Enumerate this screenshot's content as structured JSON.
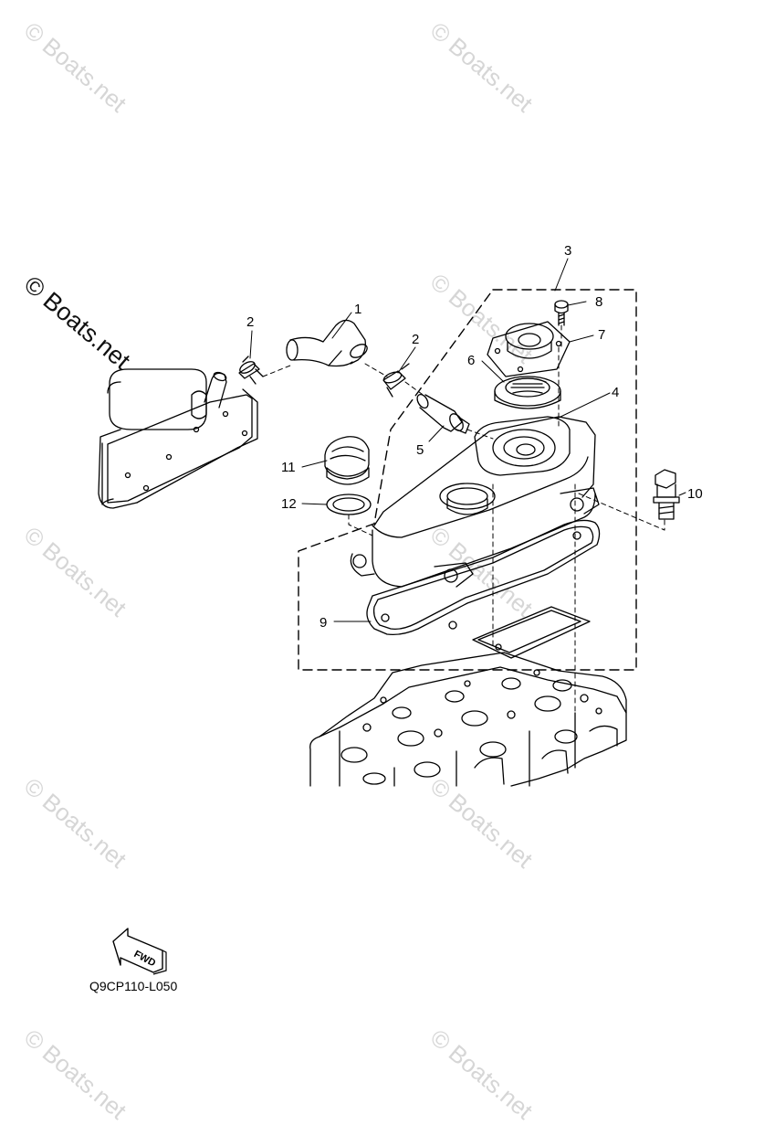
{
  "watermark": "© Boats.net",
  "diagram_code": "Q9CP110-L050",
  "fwd_label": "FWD",
  "callouts": {
    "c1": "1",
    "c2a": "2",
    "c2b": "2",
    "c3": "3",
    "c4": "4",
    "c5": "5",
    "c6": "6",
    "c7": "7",
    "c8": "8",
    "c9": "9",
    "c10": "10",
    "c11": "11",
    "c12": "12"
  }
}
